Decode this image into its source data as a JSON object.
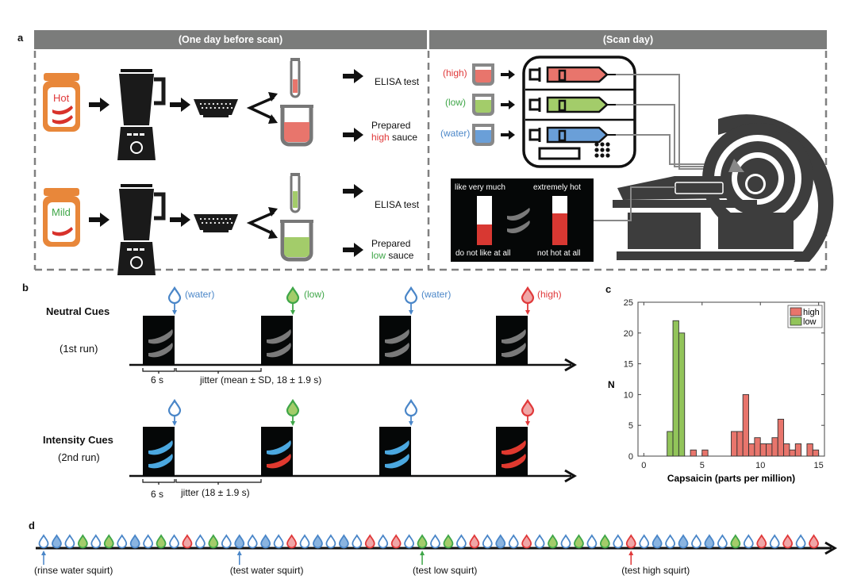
{
  "panel_a": {
    "letter": "a",
    "left_header": "(One day before scan)",
    "right_header": "(Scan day)",
    "hot_jar_label": "Hot",
    "mild_jar_label": "Mild",
    "elisa_label": "ELISA test",
    "prepared_label": "Prepared",
    "high_word": "high",
    "low_word": "low",
    "sauce_word": "sauce",
    "syringe_labels": [
      "(high)",
      "(low)",
      "(water)"
    ],
    "rating_screen": {
      "like_top": "like very much",
      "like_bottom": "do not like at all",
      "hot_top": "extremely hot",
      "hot_bottom": "not hot at all",
      "like_level": 0.42,
      "hot_level": 0.65
    }
  },
  "panel_b": {
    "letter": "b",
    "run1_title": "Neutral Cues",
    "run1_sub": "(1st run)",
    "run2_title": "Intensity Cues",
    "run2_sub": "(2nd run)",
    "cue_labels": [
      "(water)",
      "(low)",
      "(water)",
      "(high)"
    ],
    "cue_types": [
      "water",
      "low",
      "water",
      "high"
    ],
    "run2_pepper_colors": [
      [
        "blue",
        "blue"
      ],
      [
        "blue",
        "red"
      ],
      [
        "blue",
        "blue"
      ],
      [
        "red",
        "red"
      ]
    ],
    "duration_label": "6 s",
    "jitter_run1": "jitter (mean ± SD, 18 ± 1.9 s)",
    "jitter_run2": "jitter (18 ± 1.9 s)"
  },
  "panel_c": {
    "letter": "c"
  },
  "chart_data": {
    "type": "bar",
    "title": "",
    "xlabel": "Capsaicin (parts per million)",
    "ylabel": "N",
    "xlim": [
      -0.5,
      15.5
    ],
    "ylim": [
      0,
      25
    ],
    "xticks": [
      0,
      5,
      10,
      15
    ],
    "yticks": [
      0,
      5,
      10,
      15,
      20,
      25
    ],
    "bin_width": 0.5,
    "legend_position": "top-right",
    "series": [
      {
        "name": "high",
        "color": "#e8756c",
        "bin_starts": [
          4.0,
          5.0,
          7.5,
          8.0,
          8.5,
          9.0,
          9.5,
          10.0,
          10.5,
          11.0,
          11.5,
          12.0,
          12.5,
          13.0,
          14.0,
          14.5
        ],
        "values": [
          1,
          1,
          4,
          4,
          10,
          2,
          3,
          2,
          2,
          3,
          6,
          2,
          1,
          2,
          2,
          1
        ]
      },
      {
        "name": "low",
        "color": "#92c45a",
        "bin_starts": [
          2.0,
          2.5,
          3.0
        ],
        "values": [
          4,
          22,
          20
        ]
      }
    ]
  },
  "panel_d": {
    "letter": "d",
    "drop_sequence": [
      "wo",
      "wf",
      "wo",
      "g",
      "wo",
      "g",
      "wo",
      "wf",
      "wo",
      "g",
      "wo",
      "r",
      "wo",
      "g",
      "wo",
      "wf",
      "wo",
      "wf",
      "wo",
      "r",
      "wo",
      "wf",
      "wo",
      "wf",
      "wo",
      "r",
      "wo",
      "r",
      "wo",
      "g",
      "wo",
      "g",
      "wo",
      "r",
      "wo",
      "wf",
      "wo",
      "r",
      "wo",
      "g",
      "wo",
      "g",
      "wo",
      "g",
      "wo",
      "r",
      "wo",
      "wf",
      "wo",
      "wf",
      "wo",
      "wf",
      "wo",
      "g",
      "wo",
      "r",
      "wo",
      "r",
      "wo",
      "r"
    ],
    "annotations": [
      {
        "index": 0,
        "label": "(rinse water squirt)",
        "color": "#4a86c8"
      },
      {
        "index": 15,
        "label": "(test water squirt)",
        "color": "#4a86c8"
      },
      {
        "index": 29,
        "label": "(test low squirt)",
        "color": "#3fa648"
      },
      {
        "index": 45,
        "label": "(test high squirt)",
        "color": "#e0393a"
      }
    ]
  },
  "colors": {
    "water": "#4a86c8",
    "low": "#3fa648",
    "high": "#e0393a",
    "orange": "#e8873a",
    "header_gray": "#7b7c7b",
    "sauce_red": "#e8756c",
    "sauce_green": "#a3cc6a",
    "sauce_blue": "#6a9fd8"
  }
}
